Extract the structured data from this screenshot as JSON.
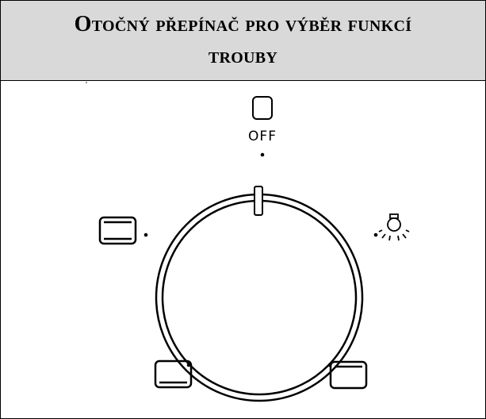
{
  "header": {
    "title": "Otočný přepínač pro výběr funkcí trouby"
  },
  "dial": {
    "positions": [
      {
        "name": "off",
        "label": "OFF",
        "icon": "empty-square-icon"
      },
      {
        "name": "light",
        "label": "",
        "icon": "light-bulb-icon"
      },
      {
        "name": "bottom-right",
        "label": "",
        "icon": "oven-top-heat-icon"
      },
      {
        "name": "bottom-left",
        "label": "",
        "icon": "oven-bottom-heat-icon"
      },
      {
        "name": "left",
        "label": "",
        "icon": "oven-top-bottom-heat-icon"
      }
    ]
  }
}
